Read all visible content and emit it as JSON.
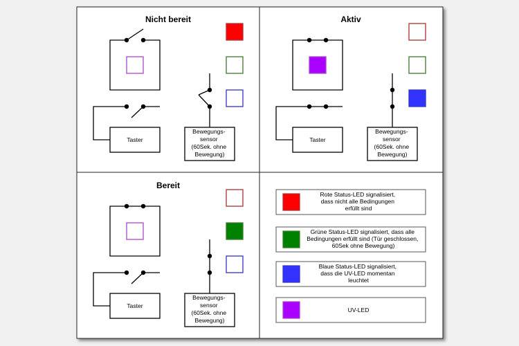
{
  "colors": {
    "red": "#ff0000",
    "green": "#008000",
    "blue": "#3333ff",
    "purple": "#aa00ff",
    "red_outline": "#b03030",
    "green_outline": "#3d7a2a",
    "blue_outline": "#3333cc",
    "purple_outline": "#aa44cc"
  },
  "panels": {
    "nicht_bereit": {
      "title": "Nicht bereit"
    },
    "aktiv": {
      "title": "Aktiv"
    },
    "bereit": {
      "title": "Bereit"
    }
  },
  "taster_label": "Taster",
  "sensor_label_lines": [
    "Bewegungs-",
    "sensor",
    "(60Sek. ohne",
    "Bewegung)"
  ],
  "legend": [
    {
      "color": "red",
      "lines": [
        "Rote Status-LED signalisiert,",
        "dass nicht alle Bedingungen",
        "erfüllt sind"
      ]
    },
    {
      "color": "green",
      "lines": [
        "Grüne Status-LED signalisiert, dass alle",
        "Bedingungen erfüllt sind (Tür geschlossen,",
        "60Sek ohne Bewegung)"
      ]
    },
    {
      "color": "blue",
      "lines": [
        "Blaue Status-LED signalisiert,",
        "dass die UV-LED momentan",
        "leuchtet"
      ]
    },
    {
      "color": "purple",
      "lines": [
        "UV-LED"
      ]
    }
  ]
}
